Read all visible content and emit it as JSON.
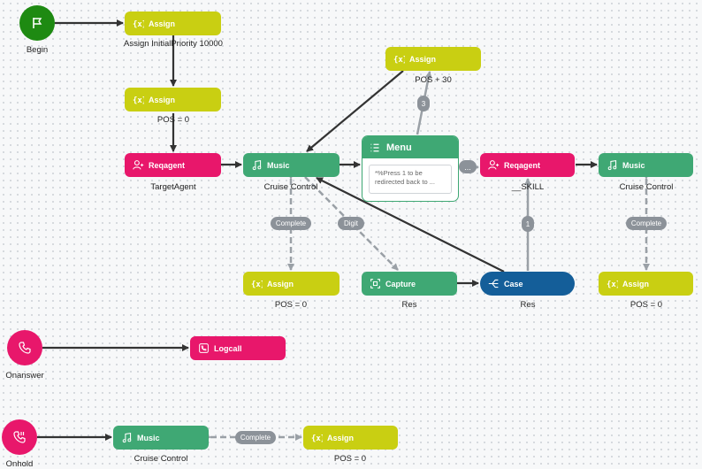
{
  "start_nodes": {
    "begin": {
      "label": "Begin",
      "icon": "flag-icon",
      "color": "#1e8a12"
    },
    "onanswer": {
      "label": "Onanswer",
      "icon": "phone-icon",
      "color": "#e8176b"
    },
    "onhold": {
      "label": "Onhold",
      "icon": "phone-hold-icon",
      "color": "#e8176b"
    }
  },
  "nodes": {
    "assign_initial": {
      "type": "Assign",
      "caption": "Assign InitialPriority 10000"
    },
    "assign_pos0_a": {
      "type": "Assign",
      "caption": "POS = 0"
    },
    "reqagent_target": {
      "type": "Reqagent",
      "caption": "TargetAgent"
    },
    "music_main": {
      "type": "Music",
      "caption": "Cruise Control"
    },
    "assign_pos30": {
      "type": "Assign",
      "caption": "POS + 30"
    },
    "menu": {
      "type": "Menu",
      "prompt": "*%Press 1 to be redirected back to ..."
    },
    "reqagent_skill": {
      "type": "Reqagent",
      "caption": "__SKILL"
    },
    "music_right": {
      "type": "Music",
      "caption": "Cruise Control"
    },
    "assign_pos0_b": {
      "type": "Assign",
      "caption": "POS = 0"
    },
    "capture": {
      "type": "Capture",
      "caption": "Res"
    },
    "case": {
      "type": "Case",
      "caption": "Res"
    },
    "assign_pos0_c": {
      "type": "Assign",
      "caption": "POS = 0"
    },
    "logcall": {
      "type": "Logcall",
      "caption": ""
    },
    "music_hold": {
      "type": "Music",
      "caption": "Cruise Control"
    },
    "assign_pos0_d": {
      "type": "Assign",
      "caption": "POS = 0"
    }
  },
  "edge_labels": {
    "complete_a": "Complete",
    "digit": "Digit",
    "three": "3",
    "one": "1",
    "complete_b": "Complete",
    "complete_c": "Complete",
    "menu_more": "..."
  },
  "colors": {
    "assign": "#c9cf12",
    "music": "#3fa874",
    "reqagent": "#e8176b",
    "case": "#145e99",
    "edge": "#333333",
    "edge_light": "#9aa0a6"
  }
}
